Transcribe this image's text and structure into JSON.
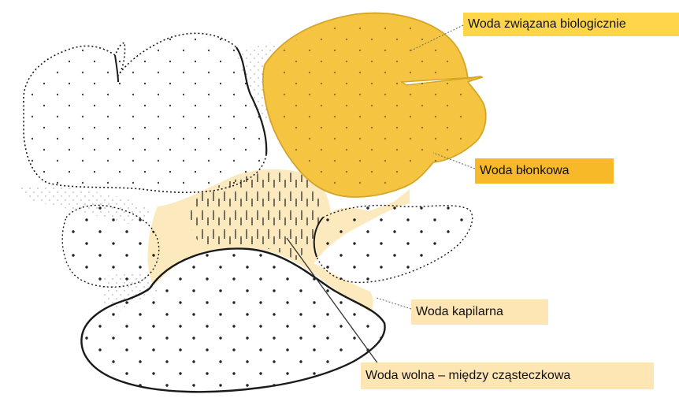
{
  "labels": {
    "biological": "Woda związana biologicznie",
    "film": "Woda błonkowa",
    "capillary": "Woda kapilarna",
    "free": "Woda wolna – między cząsteczkowa"
  },
  "colors": {
    "biological_fill": "#f5c542",
    "biological_label_bg": "#ffd54a",
    "film_label_bg": "#f7b928",
    "capillary_fill": "#fce9be",
    "free_label_bg": "#fde6b4",
    "outline": "#1a1a1a"
  }
}
